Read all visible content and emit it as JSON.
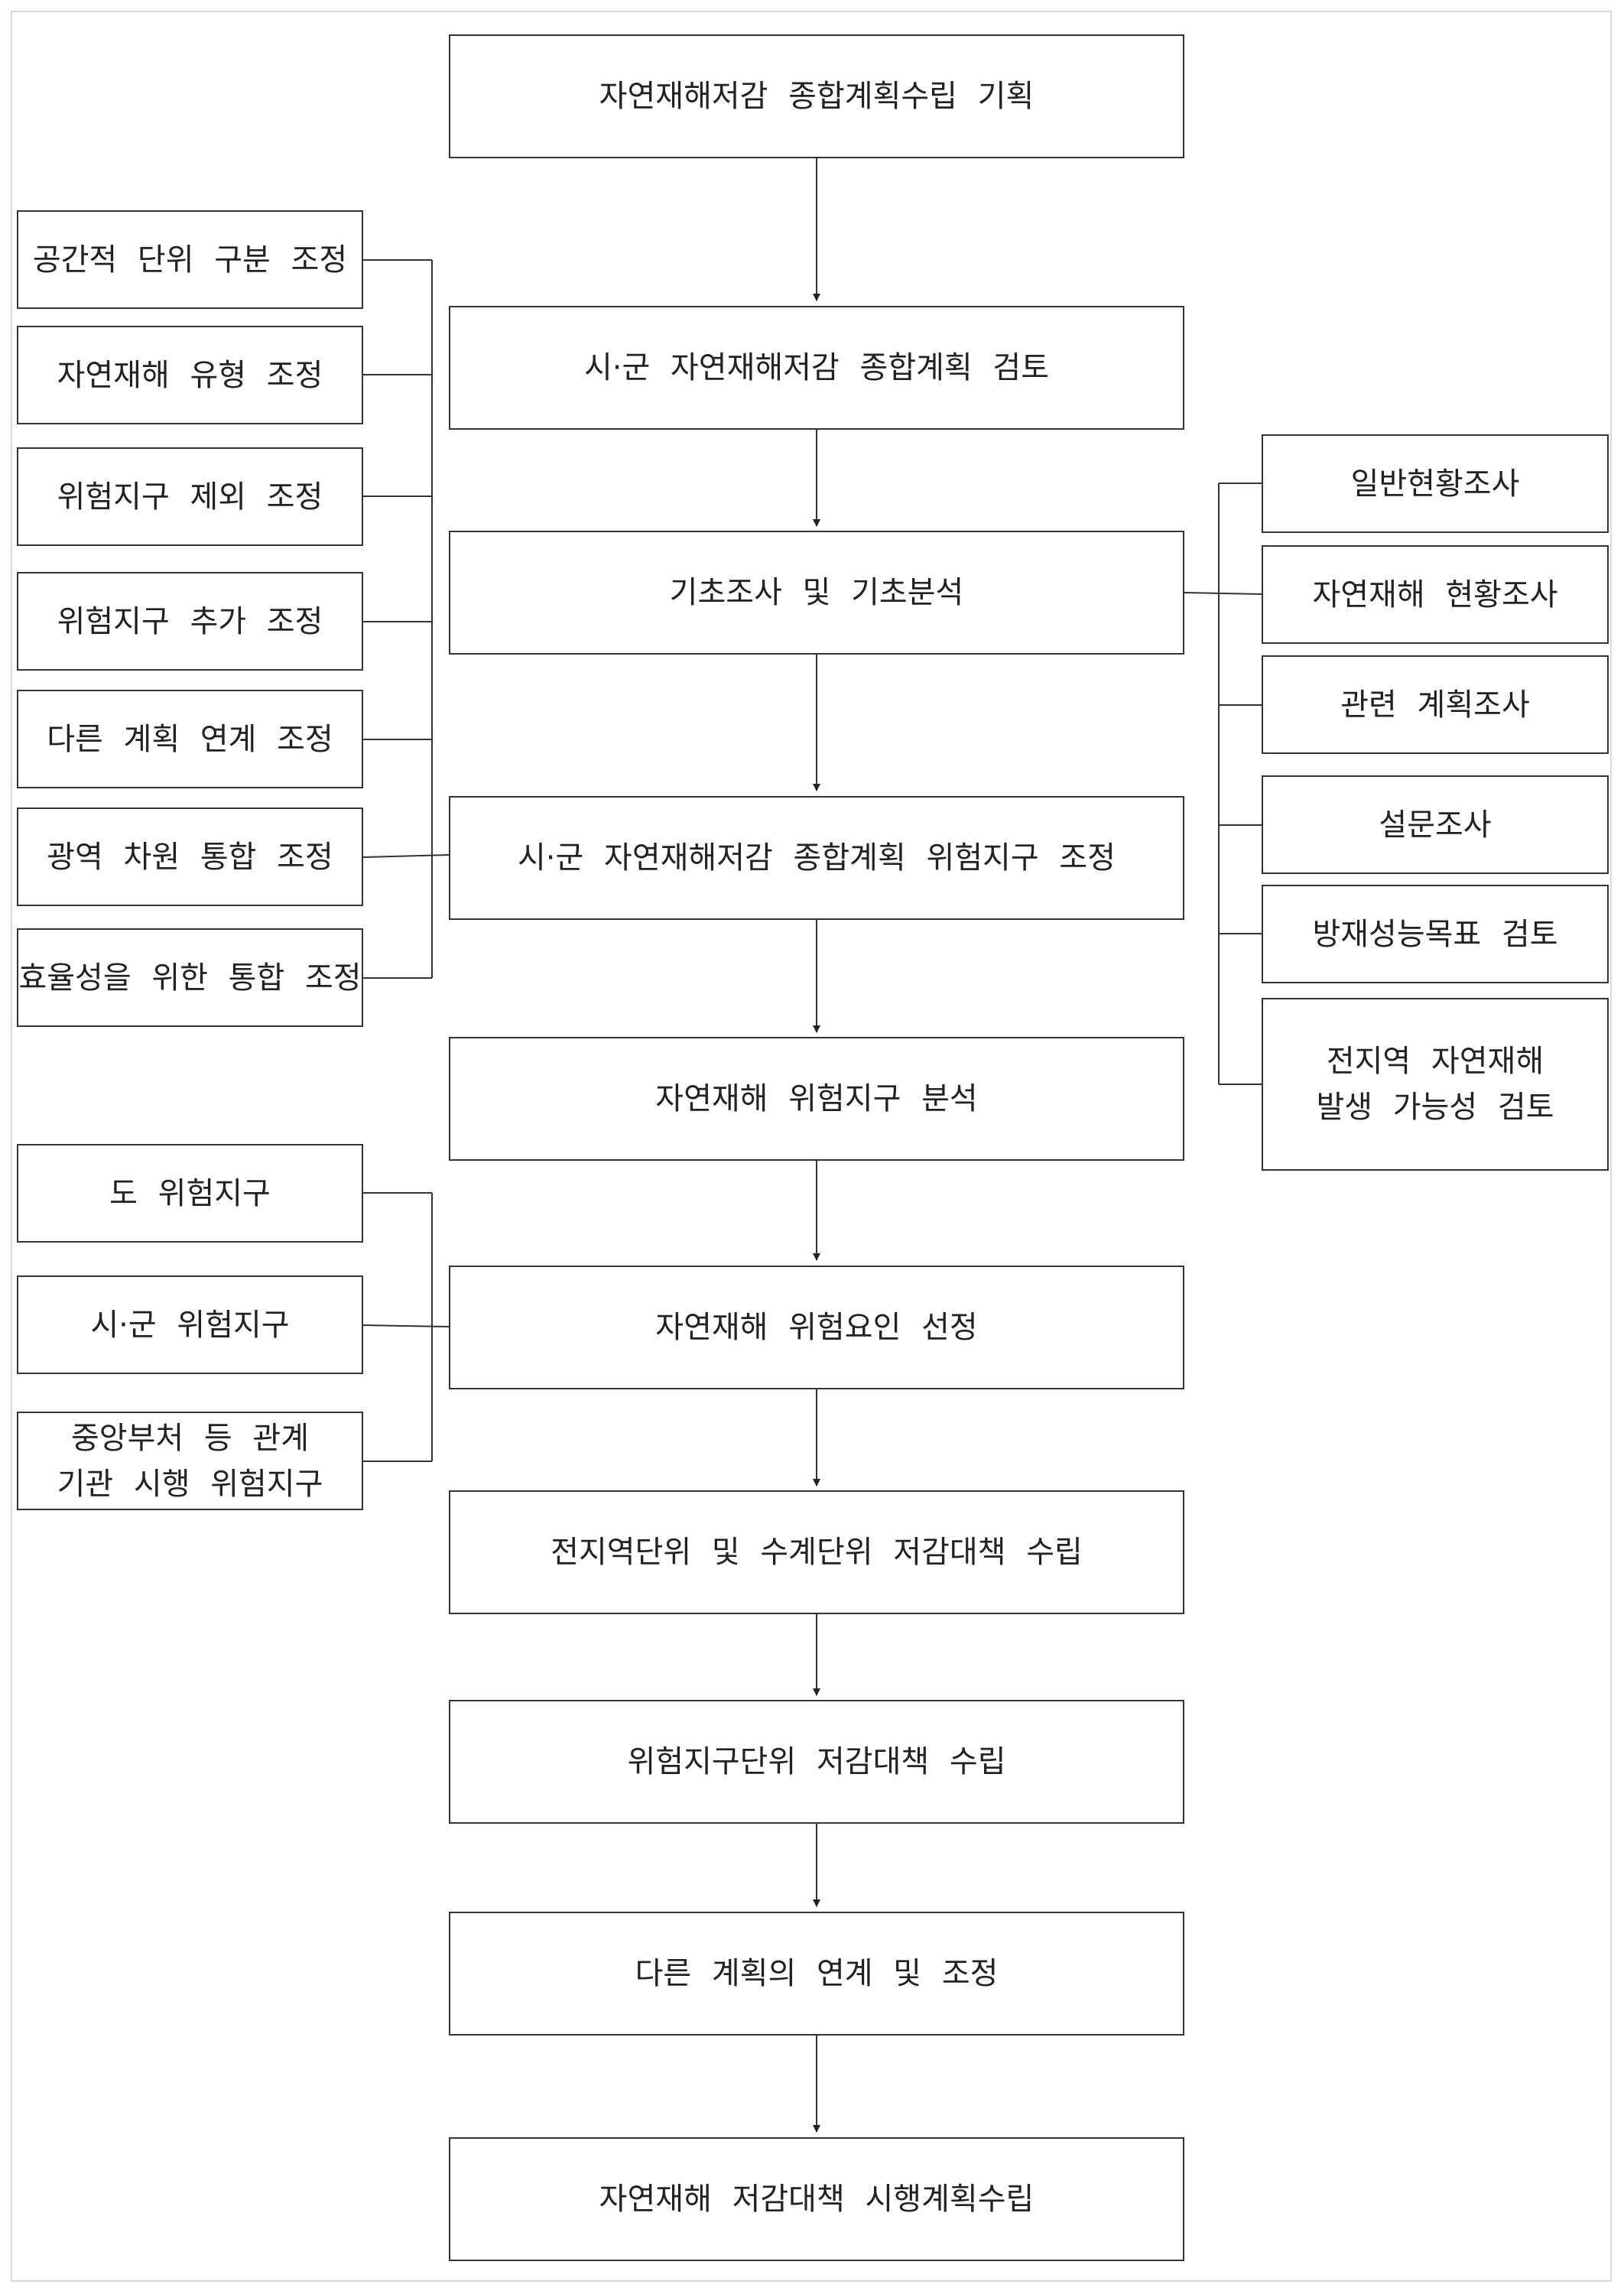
{
  "main_steps": [
    "자연재해저감 종합계획수립 기획",
    "시·군 자연재해저감 종합계획 검토",
    "기초조사 및 기초분석",
    "시·군 자연재해저감 종합계획 위험지구 조정",
    "자연재해 위험지구 분석",
    "자연재해 위험요인 선정",
    "전지역단위 및 수계단위 저감대책 수립",
    "위험지구단위 저감대책 수립",
    "다른 계획의 연계 및 조정",
    "자연재해 저감대책 시행계획수립"
  ],
  "adjustment_items": [
    "공간적 단위 구분 조정",
    "자연재해 유형 조정",
    "위험지구 제외 조정",
    "위험지구 추가 조정",
    "다른 계획 연계 조정",
    "광역 차원 통합 조정",
    "효율성을 위한 통합 조정"
  ],
  "hazard_district_items": [
    "도 위험지구",
    "시·군 위험지구",
    "중앙부처 등 관계\n기관 시행 위험지구"
  ],
  "survey_items": [
    "일반현황조사",
    "자연재해 현황조사",
    "관련 계획조사",
    "설문조사",
    "방재성능목표 검토",
    "전지역 자연재해\n발생 가능성 검토"
  ]
}
